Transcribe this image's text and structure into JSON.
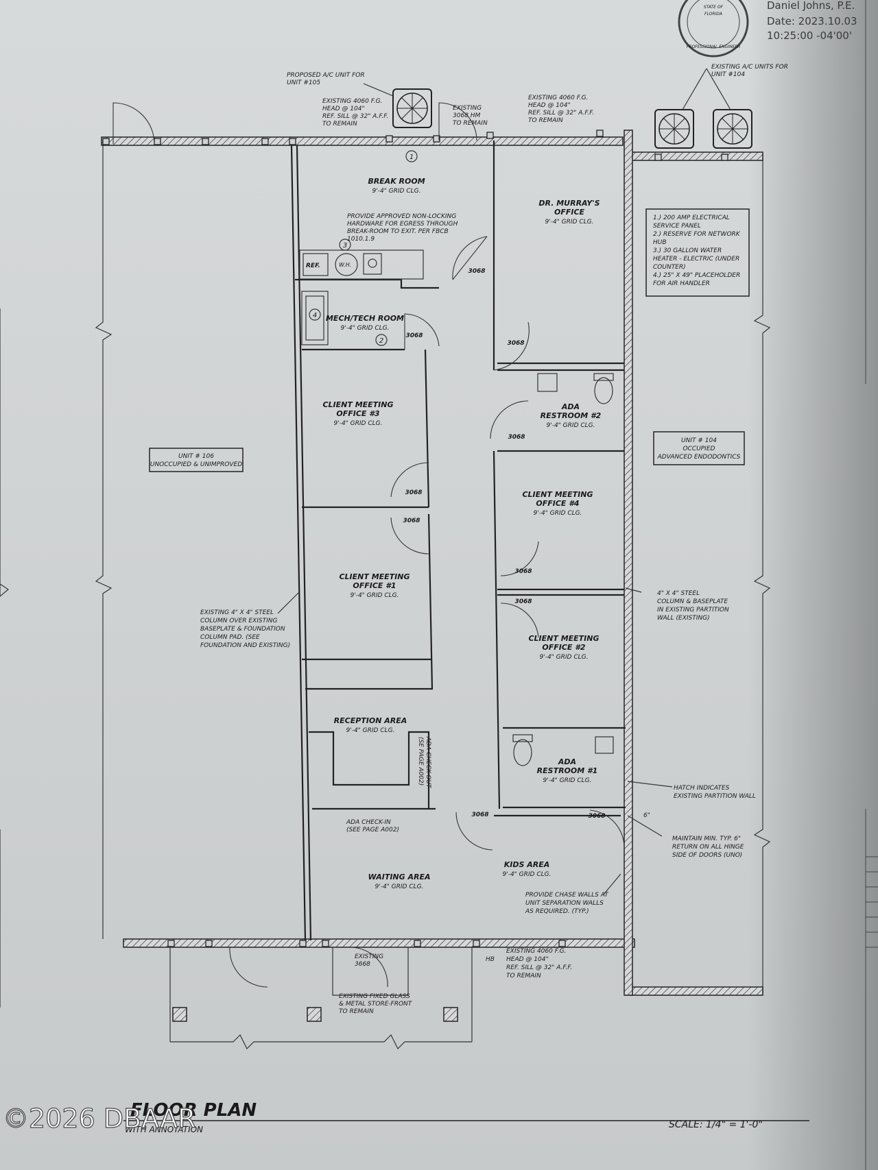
{
  "stamp": {
    "name": "Daniel Johns, P.E.",
    "date": "Date: 2023.10.03",
    "time": "10:25:00 -04'00'",
    "seal_lines": [
      "STATE OF",
      "FLORIDA",
      "PROFESSIONAL ENGINEER"
    ]
  },
  "callouts": {
    "proposed_ac": "PROPOSED A/C UNIT FOR\nUNIT #105",
    "existing_ac": "EXISTING A/C UNITS FOR\nUNIT #104",
    "window_left": "EXISTING 4060 F.G.\nHEAD @ 104\"\nREF. SILL @ 32\" A.F.F.\nTO REMAIN",
    "window_right": "EXISTING 4060 F.G.\nHEAD @ 104\"\nREF. SILL @ 32\" A.F.F.\nTO REMAIN",
    "window_bottom": "EXISTING 4060 F.G.\nHEAD @ 104\"\nREF. SILL @ 32\" A.F.F.\nTO REMAIN",
    "door_existing_top": "EXISTING\n3068 HM\nTO REMAIN",
    "door_existing_bottom": "EXISTING\n3668",
    "storefront": "EXISTING FIXED GLASS\n& METAL STORE-FRONT\nTO REMAIN",
    "egress": "PROVIDE APPROVED NON-LOCKING\nHARDWARE FOR EGRESS THROUGH\nBREAK-ROOM TO EXIT. PER FBCB\n1010.1.9",
    "steel_column_left": "EXISTING 4\" X 4\" STEEL\nCOLUMN OVER EXISTING\nBASEPLATE & FOUNDATION\nCOLUMN PAD. (SEE\nFOUNDATION AND EXISTING)",
    "steel_column_right": "4\" X 4\" STEEL\nCOLUMN & BASEPLATE\nIN EXISTING PARTITION\nWALL (EXISTING)",
    "hatch_note": "HATCH INDICATES\nEXISTING PARTITION WALL",
    "return_note": "MAINTAIN MIN. TYP. 6\"\nRETURN ON ALL HINGE\nSIDE OF DOORS (UNO)",
    "return_dim": "6\"",
    "chase_note": "PROVIDE CHASE WALLS AT\nUNIT SEPARATION WALLS\nAS REQUIRED. (TYP.)",
    "ada_checkin": "ADA CHECK-IN\n(SEE PAGE A002)",
    "ada_checkout": "ADA CHECK-OUT\n(SE PAGE A002)",
    "hb": "HB"
  },
  "notes_box": "1.) 200 AMP ELECTRICAL\nSERVICE PANEL\n2.) RESERVE FOR NETWORK\nHUB\n3.) 30 GALLON WATER\nHEATER - ELECTRIC (UNDER\nCOUNTER)\n4.) 25\" X 49\" PLACEHOLDER\nFOR AIR HANDLER",
  "units": {
    "unit106": "UNIT # 106\nUNOCCUPIED & UNIMPROVED",
    "unit104": "UNIT # 104\nOCCUPIED\nADVANCED ENDODONTICS"
  },
  "rooms": {
    "break_room": {
      "name": "BREAK ROOM",
      "ceiling": "9'-4\" GRID CLG."
    },
    "murray": {
      "name": "DR. MURRAY'S\nOFFICE",
      "ceiling": "9'-4\" GRID CLG."
    },
    "mech": {
      "name": "MECH/TECH ROOM",
      "ceiling": "9'-4\" GRID CLG."
    },
    "office3": {
      "name": "CLIENT MEETING\nOFFICE #3",
      "ceiling": "9'-4\" GRID CLG."
    },
    "restroom2": {
      "name": "ADA\nRESTROOM #2",
      "ceiling": "9'-4\" GRID CLG."
    },
    "office4": {
      "name": "CLIENT MEETING\nOFFICE #4",
      "ceiling": "9'-4\" GRID CLG."
    },
    "office1": {
      "name": "CLIENT MEETING\nOFFICE #1",
      "ceiling": "9'-4\" GRID CLG."
    },
    "office2": {
      "name": "CLIENT MEETING\nOFFICE #2",
      "ceiling": "9'-4\" GRID CLG."
    },
    "reception": {
      "name": "RECEPTION AREA",
      "ceiling": "9'-4\" GRID CLG."
    },
    "restroom1": {
      "name": "ADA\nRESTROOM #1",
      "ceiling": "9'-4\" GRID CLG."
    },
    "kids": {
      "name": "KIDS AREA",
      "ceiling": "9'-4\" GRID CLG."
    },
    "waiting": {
      "name": "WAITING AREA",
      "ceiling": "9'-4\" GRID CLG."
    }
  },
  "fixtures": {
    "ref": "REF.",
    "wh": "W.H.",
    "tag1": "1",
    "tag2": "2",
    "tag3": "3",
    "tag4": "4"
  },
  "door_tag": "3068",
  "title_block": {
    "title": "FLOOR PLAN",
    "subtitle": "WITH ANNOTATION",
    "scale": "SCALE: 1/4\" = 1'-0\""
  },
  "watermark": "©2026 DBAAR",
  "colors": {
    "paper": "#cfd2d3",
    "ink": "#1a1a1a",
    "shadow": "#8d9091"
  }
}
